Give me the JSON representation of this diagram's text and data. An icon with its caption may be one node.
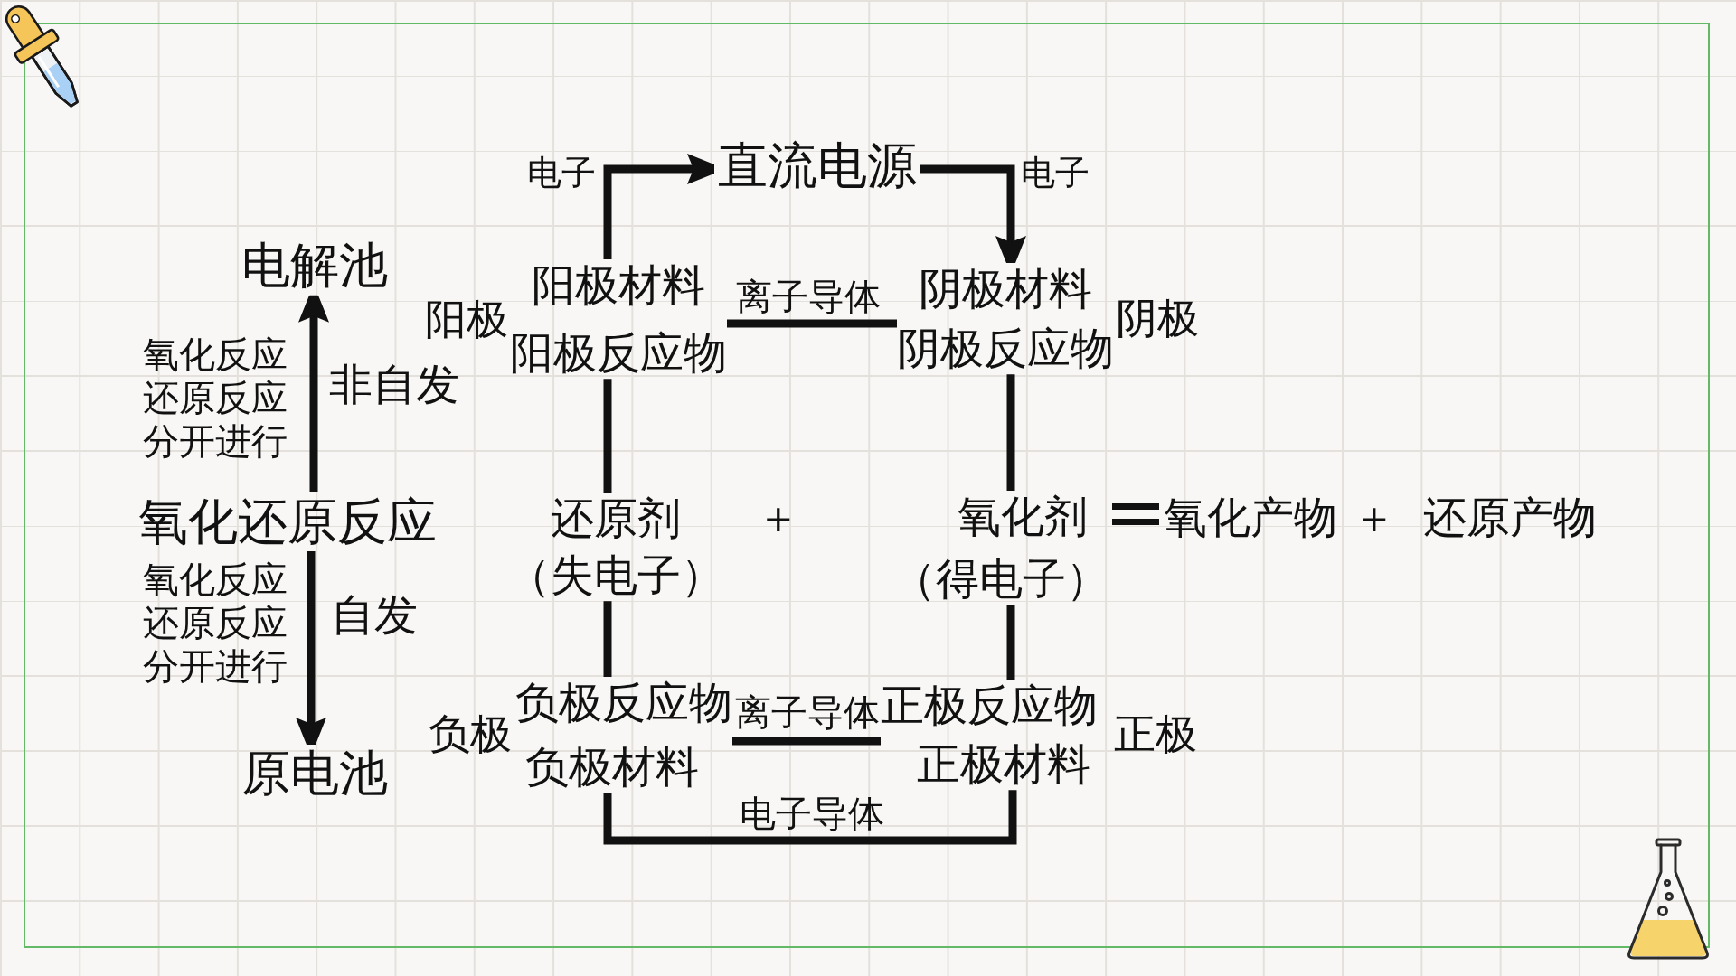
{
  "diagram": {
    "nodes": [
      {
        "text": [
          "电解池"
        ]
      },
      {
        "text": [
          "氧化还原反应"
        ]
      },
      {
        "text": [
          "原电池"
        ]
      },
      {
        "text": [
          "直流电源"
        ]
      },
      {
        "text": [
          "阳极材料",
          "阳极反应物"
        ],
        "beside": [
          "阳极"
        ]
      },
      {
        "text": [
          "阴极材料",
          "阴极反应物"
        ],
        "beside": [
          "阴极"
        ]
      },
      {
        "text": [
          "还原剂",
          "（失电子）"
        ]
      },
      {
        "text": [
          "氧化剂",
          "（得电子）"
        ]
      },
      {
        "text": [
          "负极反应物",
          "负极材料"
        ],
        "beside": [
          "负极"
        ]
      },
      {
        "text": [
          "正极反应物",
          "正极材料"
        ],
        "beside": [
          "正极"
        ]
      },
      {
        "text": [
          "氧化产物"
        ]
      },
      {
        "text": [
          "还原产物"
        ]
      }
    ],
    "edges": [
      {
        "from": 1,
        "to": 0,
        "arrow": "to"
      },
      {
        "from": 1,
        "to": 2,
        "arrow": "to"
      },
      {
        "from": 4,
        "to": 3,
        "arrow": "to",
        "label": "电子"
      },
      {
        "from": 3,
        "to": 5,
        "arrow": "to",
        "label": "电子"
      },
      {
        "from": 4,
        "to": 5,
        "arrow": "none",
        "label": "离子导体"
      },
      {
        "from": 4,
        "to": 6,
        "arrow": "none"
      },
      {
        "from": 5,
        "to": 7,
        "arrow": "none"
      },
      {
        "from": 6,
        "to": 8,
        "arrow": "none"
      },
      {
        "from": 7,
        "to": 9,
        "arrow": "none"
      },
      {
        "from": 8,
        "to": 9,
        "arrow": "none",
        "label": "离子导体"
      },
      {
        "from": 8,
        "to": 9,
        "arrow": "none",
        "label": "电子导体"
      }
    ],
    "labels": [
      "氧化反应还原反应分开进行",
      "非自发",
      "+",
      "+",
      "氧化反应还原反应分开进行",
      "自发"
    ]
  }
}
